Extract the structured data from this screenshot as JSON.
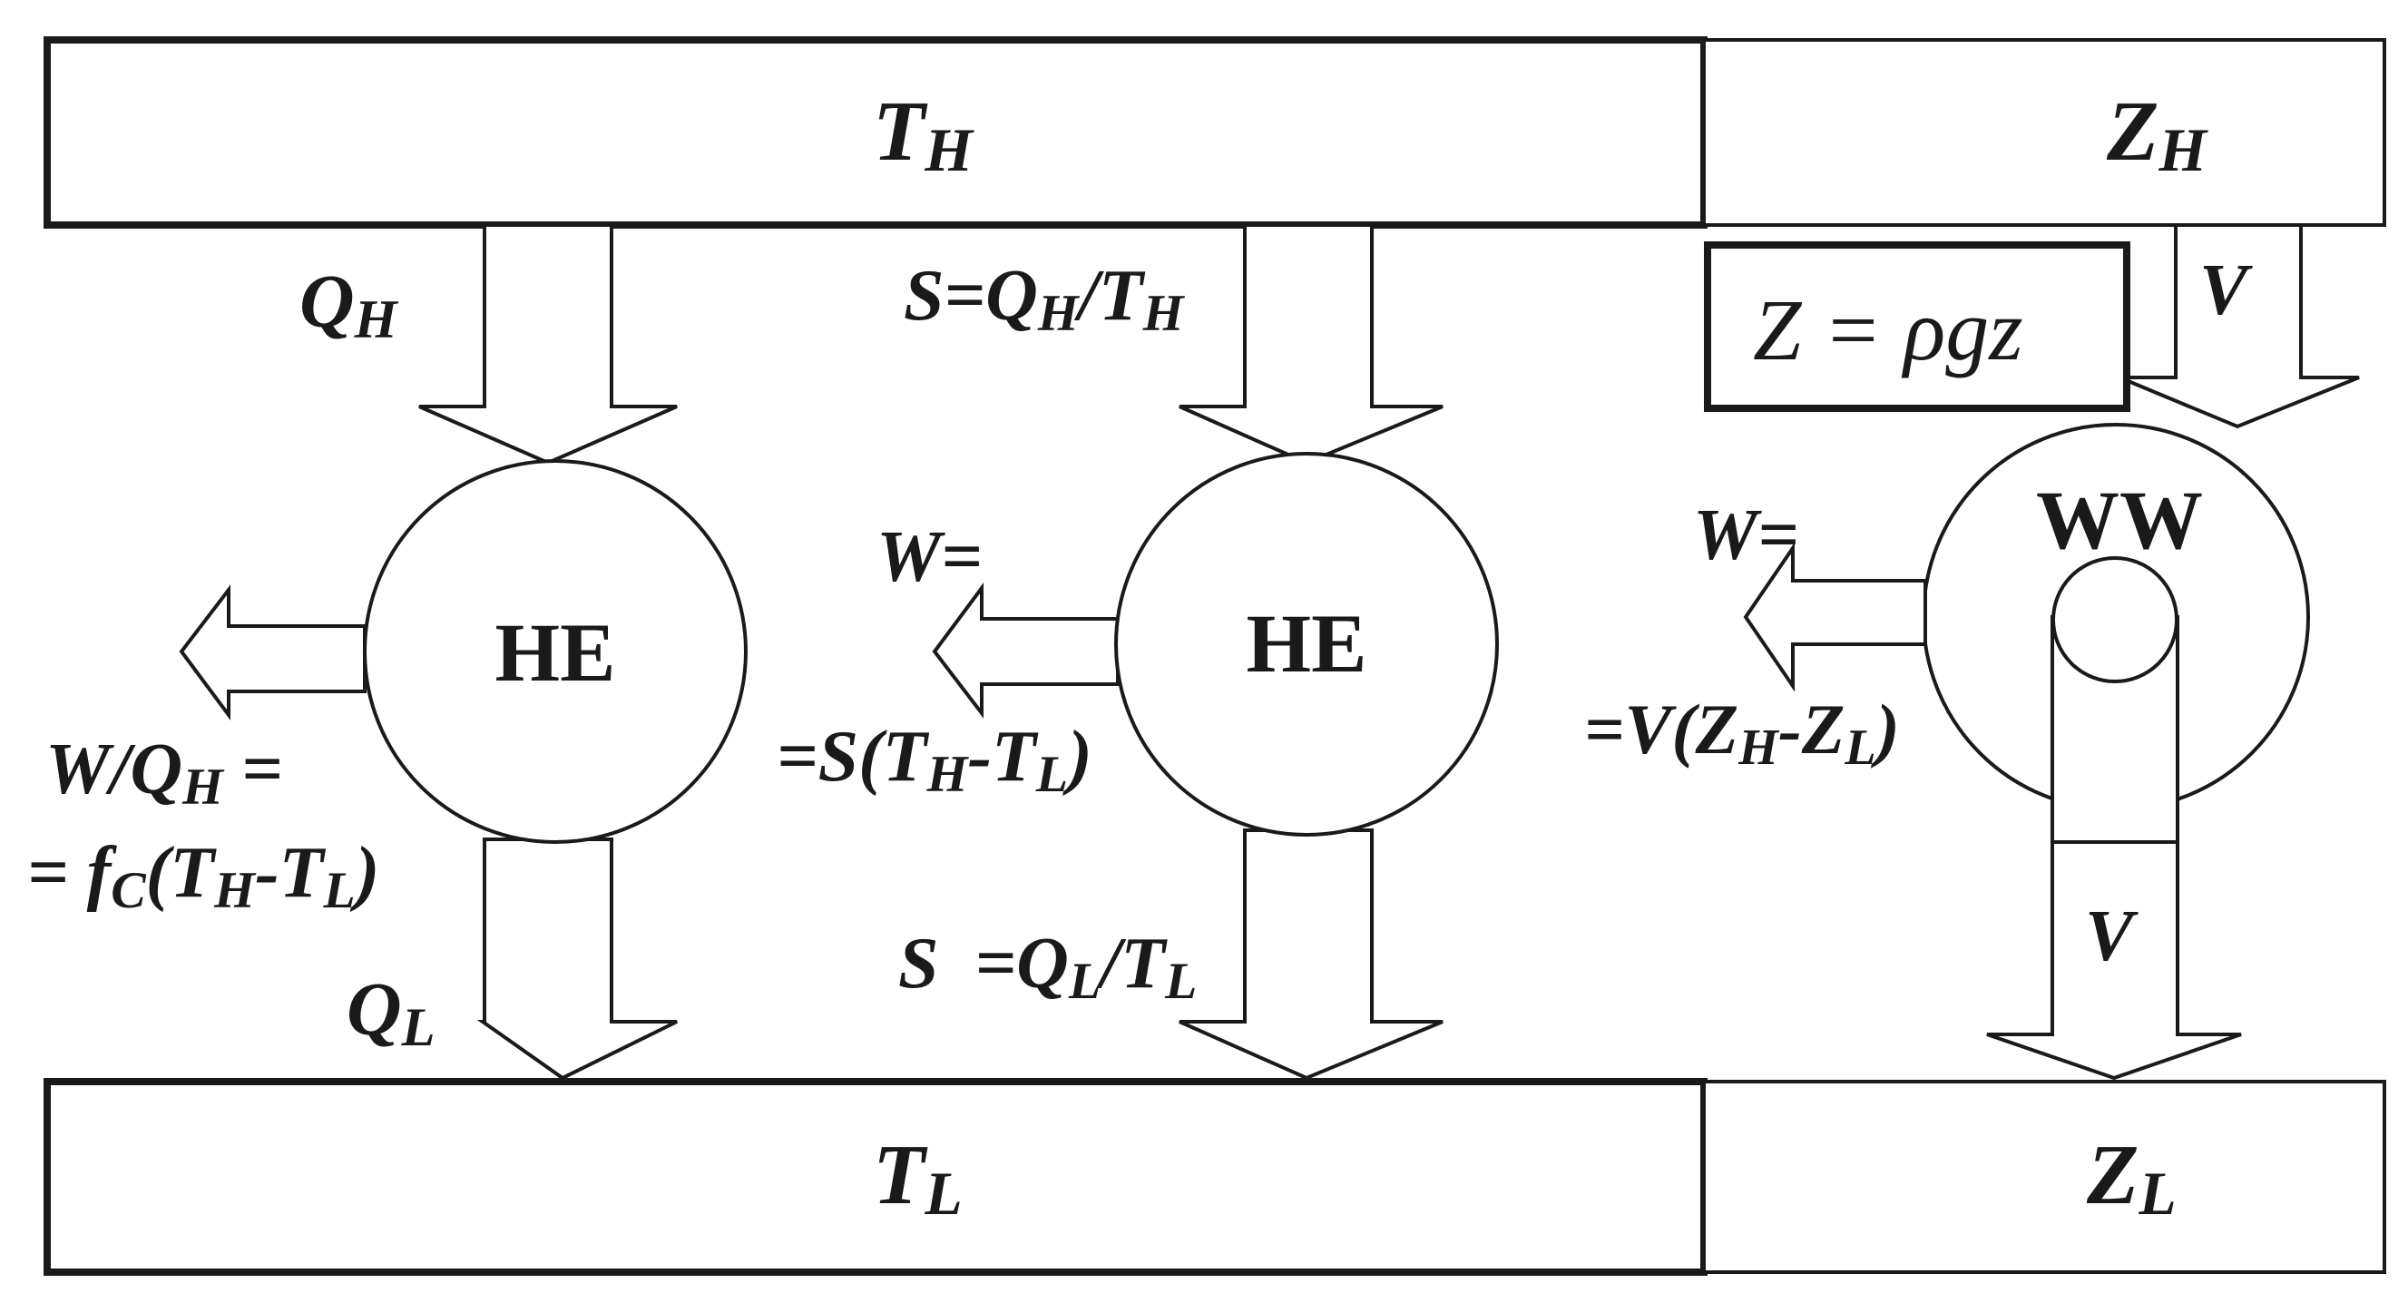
{
  "reservoirs": {
    "hot_temp": {
      "main": "T",
      "sub": "H"
    },
    "cold_temp": {
      "main": "T",
      "sub": "L"
    },
    "high_level": {
      "main": "Z",
      "sub": "H"
    },
    "low_level": {
      "main": "Z",
      "sub": "L"
    }
  },
  "engines": {
    "he1_label": "HE",
    "he2_label": "HE",
    "ww_label": "WW"
  },
  "left_engine": {
    "qh": {
      "main": "Q",
      "sub": "H"
    },
    "ql": {
      "main": "Q",
      "sub": "L"
    },
    "eff_line1": "W/Q",
    "eff_line1_sub": "H",
    "eff_line1_tail": " =",
    "eff_line2_a": "= f",
    "eff_line2_sub_c": "C",
    "eff_line2_b": "(T",
    "eff_line2_sub_h": "H",
    "eff_line2_c": "-T",
    "eff_line2_sub_l": "L",
    "eff_line2_d": ")"
  },
  "middle_engine": {
    "s_top_a": "S=Q",
    "s_top_sub_h": "H",
    "s_top_b": "/T",
    "s_top_sub_h2": "H",
    "w_label": "W=",
    "w_expr_a": "=S(T",
    "w_expr_sub_h": "H",
    "w_expr_b": "-T",
    "w_expr_sub_l": "L",
    "w_expr_c": ")",
    "s_bot_a": "S",
    "s_bot_b": "=Q",
    "s_bot_sub_l": "L",
    "s_bot_c": "/T",
    "s_bot_sub_l2": "L"
  },
  "water_wheel": {
    "z_def": "Z = ρgz",
    "v_top": "V",
    "v_bottom": "V",
    "w_label": "W=",
    "w_expr_a": "=V(Z",
    "w_expr_sub_h": "H",
    "w_expr_b": "-Z",
    "w_expr_sub_l": "L",
    "w_expr_c": ")"
  }
}
